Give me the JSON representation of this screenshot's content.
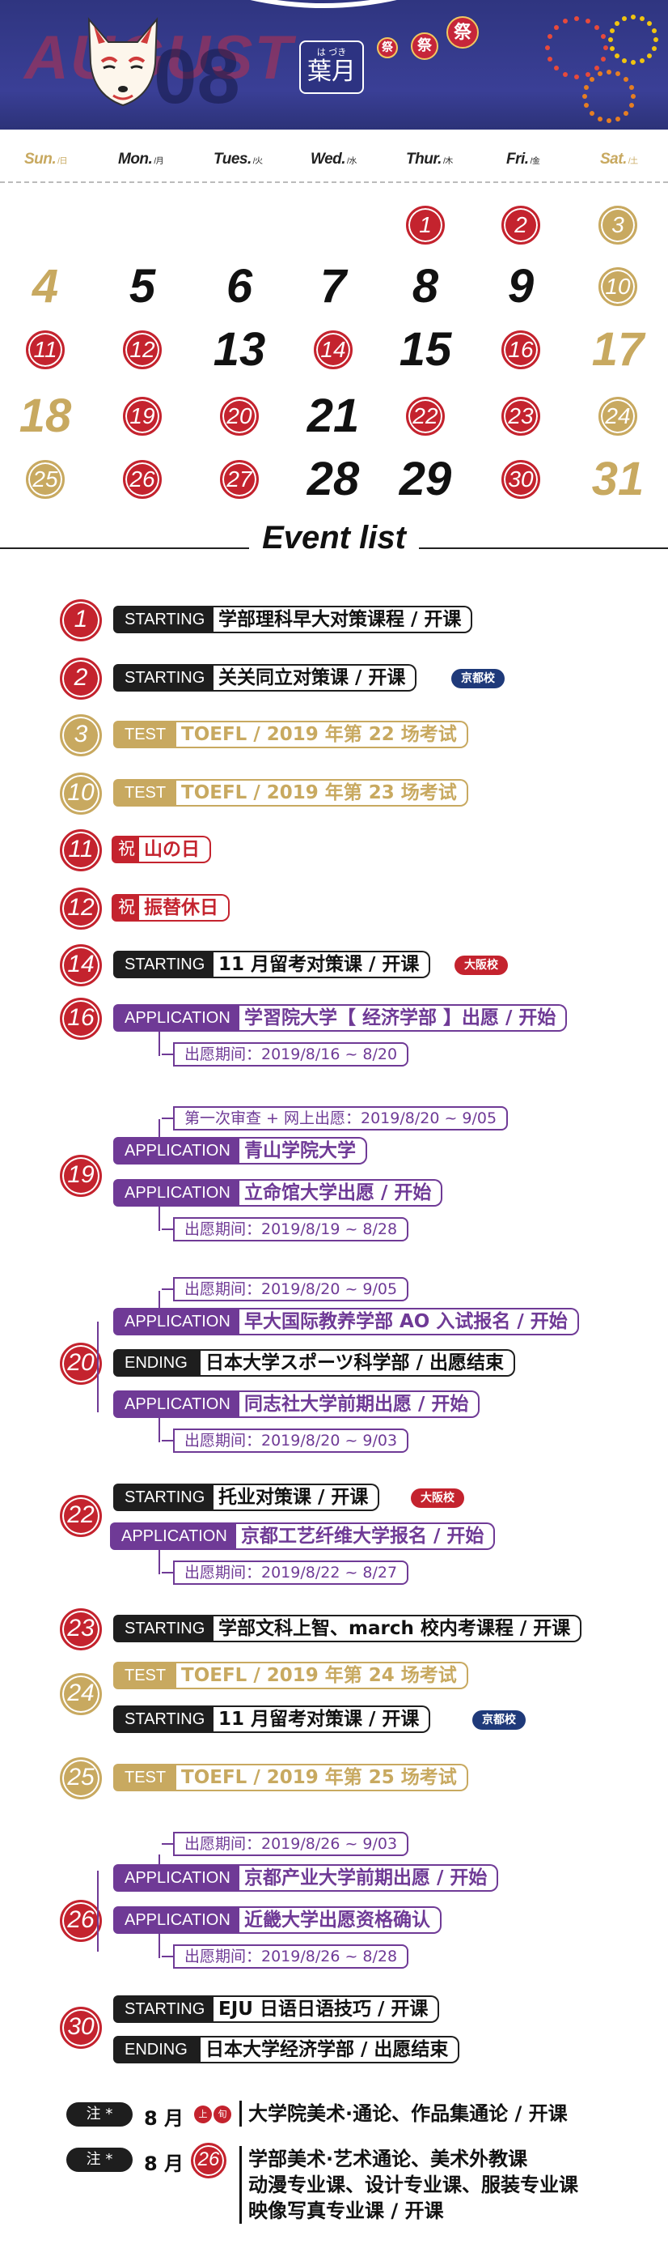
{
  "banner": {
    "big": "AUGUST",
    "big2": "08",
    "month_ruby": "は づき",
    "month_kanji": "葉月",
    "lanterns": [
      "祭",
      "祭",
      "祭"
    ]
  },
  "weekdays": [
    {
      "en": "Sun.",
      "jp": "日"
    },
    {
      "en": "Mon.",
      "jp": "月"
    },
    {
      "en": "Tues.",
      "jp": "火"
    },
    {
      "en": "Wed.",
      "jp": "水"
    },
    {
      "en": "Thur.",
      "jp": "木"
    },
    {
      "en": "Fri.",
      "jp": "金"
    },
    {
      "en": "Sat.",
      "jp": "土"
    }
  ],
  "calendar": [
    {
      "n": "1",
      "style": "red-circle"
    },
    {
      "n": "2",
      "style": "red-circle"
    },
    {
      "n": "3",
      "style": "gold-circle"
    },
    {
      "n": "4",
      "style": "gold"
    },
    {
      "n": "5",
      "style": "plain"
    },
    {
      "n": "6",
      "style": "plain"
    },
    {
      "n": "7",
      "style": "plain"
    },
    {
      "n": "8",
      "style": "plain"
    },
    {
      "n": "9",
      "style": "plain"
    },
    {
      "n": "10",
      "style": "gold-circle"
    },
    {
      "n": "11",
      "style": "red-circle"
    },
    {
      "n": "12",
      "style": "red-circle"
    },
    {
      "n": "13",
      "style": "plain"
    },
    {
      "n": "14",
      "style": "red-circle"
    },
    {
      "n": "15",
      "style": "plain"
    },
    {
      "n": "16",
      "style": "red-circle"
    },
    {
      "n": "17",
      "style": "gold"
    },
    {
      "n": "18",
      "style": "gold"
    },
    {
      "n": "19",
      "style": "red-circle"
    },
    {
      "n": "20",
      "style": "red-circle"
    },
    {
      "n": "21",
      "style": "plain"
    },
    {
      "n": "22",
      "style": "red-circle"
    },
    {
      "n": "23",
      "style": "red-circle"
    },
    {
      "n": "24",
      "style": "gold-circle"
    },
    {
      "n": "25",
      "style": "gold-circle"
    },
    {
      "n": "26",
      "style": "red-circle"
    },
    {
      "n": "27",
      "style": "red-circle"
    },
    {
      "n": "28",
      "style": "plain"
    },
    {
      "n": "29",
      "style": "plain"
    },
    {
      "n": "30",
      "style": "red-circle"
    },
    {
      "n": "31",
      "style": "gold"
    }
  ],
  "event_list_title": "Event list",
  "events": {
    "e1": {
      "day": "1",
      "tag": "STARTING",
      "text": "学部理科早大对策课程 / 开课"
    },
    "e2": {
      "day": "2",
      "tag": "STARTING",
      "text": "关关同立对策课 / 开课",
      "school": "京都校"
    },
    "e3": {
      "day": "3",
      "tag": "TEST",
      "text": "TOEFL / 2019 年第 22 场考试"
    },
    "e10": {
      "day": "10",
      "tag": "TEST",
      "text": "TOEFL / 2019 年第 23 场考试"
    },
    "e11": {
      "day": "11",
      "tag": "祝",
      "text": "山の日"
    },
    "e12": {
      "day": "12",
      "tag": "祝",
      "text": "振替休日"
    },
    "e14": {
      "day": "14",
      "tag": "STARTING",
      "text": "11 月留考对策课 / 开课",
      "school": "大阪校"
    },
    "e16": {
      "day": "16",
      "tag": "APPLICATION",
      "text": "学習院大学【 经济学部 】出愿 / 开始",
      "sub": "出愿期间：2019/8/16 ~ 8/20"
    },
    "e19": {
      "day": "19",
      "sub_top": "第一次审查 + 网上出愿：2019/8/20 ~ 9/05",
      "tag1": "APPLICATION",
      "text1": "青山学院大学",
      "tag2": "APPLICATION",
      "text2": "立命馆大学出愿 / 开始",
      "sub": "出愿期间：2019/8/19 ~ 8/28"
    },
    "e20": {
      "day": "20",
      "sub_top": "出愿期间：2019/8/20 ~ 9/05",
      "tag1": "APPLICATION",
      "text1": "早大国际教养学部 AO 入试报名 / 开始",
      "tag2": "ENDING",
      "text2": "日本大学スポーツ科学部 / 出愿结束",
      "tag3": "APPLICATION",
      "text3": "同志社大学前期出愿 / 开始",
      "sub": "出愿期间：2019/8/20 ~ 9/03"
    },
    "e22": {
      "day": "22",
      "tag1": "STARTING",
      "text1": "托业对策课 / 开课",
      "school": "大阪校",
      "tag2": "APPLICATION",
      "text2": "京都工艺纤维大学报名 / 开始",
      "sub": "出愿期间：2019/8/22 ~ 8/27"
    },
    "e23": {
      "day": "23",
      "tag": "STARTING",
      "text": "学部文科上智、march 校内考课程 / 开课"
    },
    "e24": {
      "day": "24",
      "tag1": "TEST",
      "text1": "TOEFL / 2019 年第 24 场考试",
      "tag2": "STARTING",
      "text2": "11 月留考对策课 / 开课",
      "school": "京都校"
    },
    "e25": {
      "day": "25",
      "tag": "TEST",
      "text": "TOEFL / 2019 年第 25 场考试"
    },
    "e26": {
      "day": "26",
      "sub_top": "出愿期间：2019/8/26 ~ 9/03",
      "tag1": "APPLICATION",
      "text1": "京都产业大学前期出愿 / 开始",
      "tag2": "APPLICATION",
      "text2": "近畿大学出愿资格确认",
      "sub": "出愿期间：2019/8/26 ~ 8/28"
    },
    "e30": {
      "day": "30",
      "tag1": "STARTING",
      "text1": "EJU 日语日语技巧 / 开课",
      "tag2": "ENDING",
      "text2": "日本大学经济学部 / 出愿结束"
    }
  },
  "notes": [
    {
      "tag": "注 *",
      "month": "8 月",
      "badges": [
        "上",
        "旬"
      ],
      "lines": [
        "大学院美术·通论、作品集通论 / 开课"
      ]
    },
    {
      "tag": "注 *",
      "month": "8 月",
      "badges": [
        "26"
      ],
      "lines": [
        "学部美术·艺术通论、美术外教课",
        "动漫专业课、设计专业课、服装专业课",
        "映像写真专业课 / 开课"
      ]
    }
  ],
  "colors": {
    "red": "#c4232e",
    "gold": "#c8a960",
    "purple": "#6f3a96",
    "black": "#1e1e1e",
    "navy": "#2f3580"
  }
}
